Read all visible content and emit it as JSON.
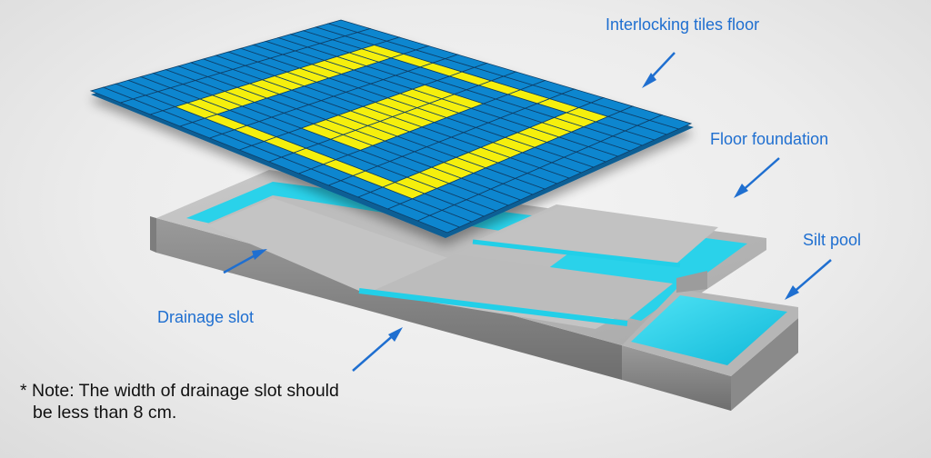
{
  "colors": {
    "tile_blue": "#0a86cf",
    "tile_yellow": "#f5ef0a",
    "water_cyan": "#22d3ee",
    "concrete": "#b8b8b8",
    "label_blue": "#1f6fd0",
    "note_text": "#111111"
  },
  "labels": {
    "tiles": "Interlocking tiles floor",
    "foundation": "Floor foundation",
    "silt_pool": "Silt pool",
    "drainage": "Drainage slot"
  },
  "note": {
    "line1": "* Note: The width of drainage slot should",
    "line2": "be less than 8 cm."
  },
  "icons": [
    "arrow-icon"
  ]
}
